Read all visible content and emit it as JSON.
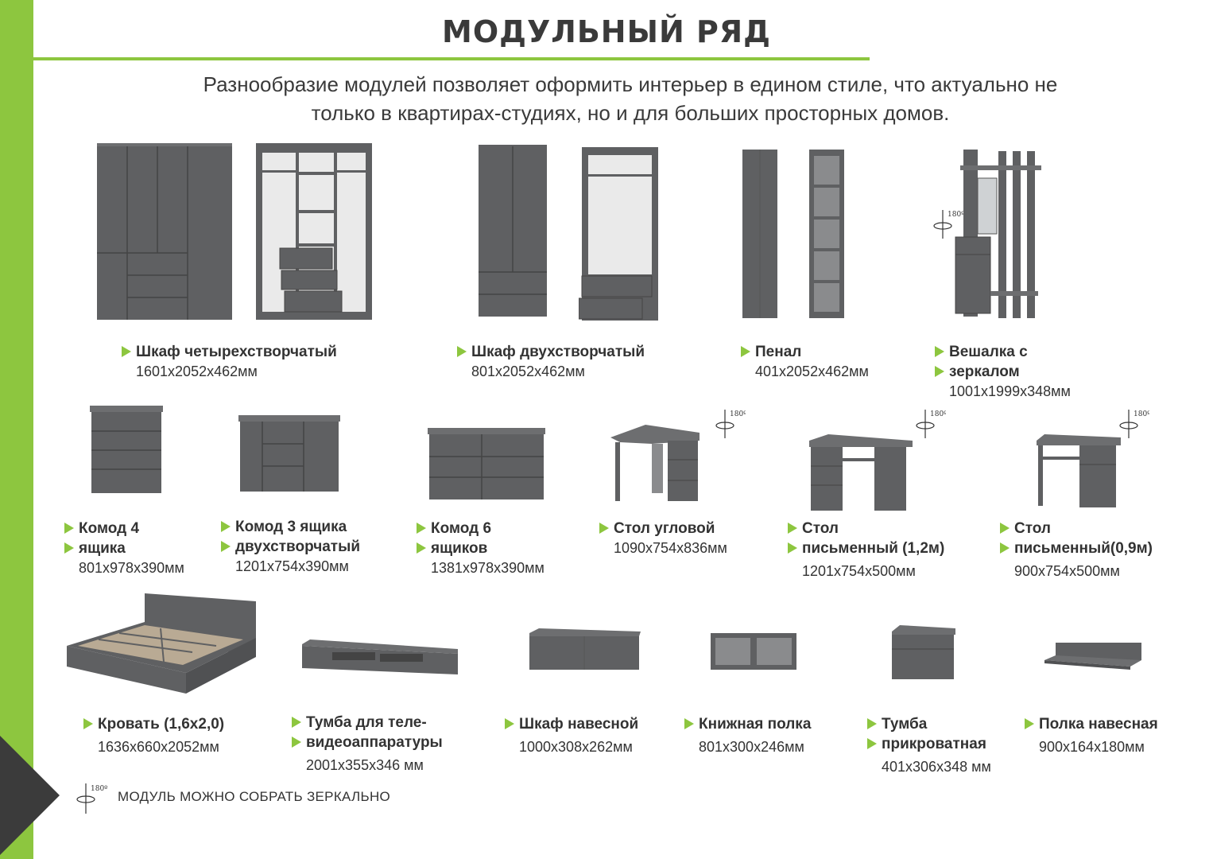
{
  "page": {
    "title": "МОДУЛЬНЫЙ РЯД",
    "intro_line1": "Разнообразие модулей позволяет оформить интерьер в едином стиле, что актуально не",
    "intro_line2": "только в квартирах-студиях, но и для больших просторных домов.",
    "rotate_label": "180º",
    "footnote": "МОДУЛЬ МОЖНО СОБРАТЬ ЗЕРКАЛЬНО"
  },
  "colors": {
    "accent": "#8dc63f",
    "furniture": "#5f6062",
    "furniture_dark": "#4a4b4d",
    "corner": "#3b3b3b"
  },
  "items": [
    {
      "name": "Шкаф четырехстворчатый",
      "dims": "1601x2052x462мм"
    },
    {
      "name": "Шкаф двухстворчатый",
      "dims": "801x2052x462мм"
    },
    {
      "name": "Пенал",
      "dims": "401x2052x462мм"
    },
    {
      "name1": "Вешалка с",
      "name2": "зеркалом",
      "dims": "1001x1999x348мм"
    },
    {
      "name1": "Комод 4",
      "name2": "ящика",
      "dims": "801x978x390мм"
    },
    {
      "name1": "Комод 3 ящика",
      "name2": "двухстворчатый",
      "dims": "1201x754x390мм"
    },
    {
      "name1": "Комод 6",
      "name2": "ящиков",
      "dims": "1381x978x390мм"
    },
    {
      "name": "Стол угловой",
      "dims": "1090x754x836мм"
    },
    {
      "name1": "Стол",
      "name2": "письменный (1,2м)",
      "dims": "1201x754x500мм"
    },
    {
      "name1": "Стол",
      "name2": "письменный(0,9м)",
      "dims": "900x754x500мм"
    },
    {
      "name": "Кровать (1,6x2,0)",
      "dims": "1636x660x2052мм"
    },
    {
      "name1": "Тумба для теле-",
      "name2": "видеоаппаратуры",
      "dims": "2001x355x346 мм"
    },
    {
      "name": "Шкаф навесной",
      "dims": "1000x308x262мм"
    },
    {
      "name": "Книжная полка",
      "dims": "801x300x246мм"
    },
    {
      "name1": "Тумба",
      "name2": "прикроватная",
      "dims": "401x306x348 мм"
    },
    {
      "name": "Полка навесная",
      "dims": "900x164x180мм"
    }
  ]
}
